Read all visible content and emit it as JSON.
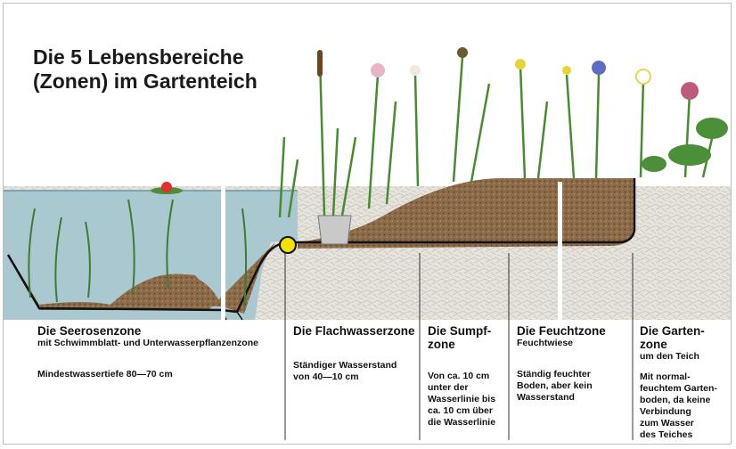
{
  "title": {
    "line1": "Die 5 Lebensbereiche",
    "line2": "(Zonen) im Gartenteich"
  },
  "zones": [
    {
      "name": "Die Seerosenzone",
      "subtitle": "mit Schwimmblatt- und Unterwasserpflanzenzone",
      "description": "Mindestwassertiefe 80—70 cm"
    },
    {
      "name": "Die Flachwasserzone",
      "subtitle": "",
      "description": "Ständiger Wasserstand\nvon 40—10 cm"
    },
    {
      "name": "Die Sumpf-\nzone",
      "subtitle": "",
      "description": "Von ca. 10 cm\nunter der\nWasserlinie bis\nca. 10 cm über\ndie Wasserlinie"
    },
    {
      "name": "Die Feuchtzone",
      "subtitle": "Feuchtwiese",
      "description": "Ständig feuchter\nBoden, aber kein\nWasserstand"
    },
    {
      "name": "Die Garten-\nzone",
      "subtitle": "um den Teich",
      "description": "Mit normal-\nfeuchtem Garten-\nboden, da keine\nVerbindung\nzum Wasser\ndes Teiches"
    }
  ],
  "colors": {
    "water": "#a7c7cf",
    "soil": "#8b6a48",
    "ground": "#e4e1da",
    "liner": "#111111",
    "plant": "#4e8c3a",
    "float": "#f2e000"
  }
}
